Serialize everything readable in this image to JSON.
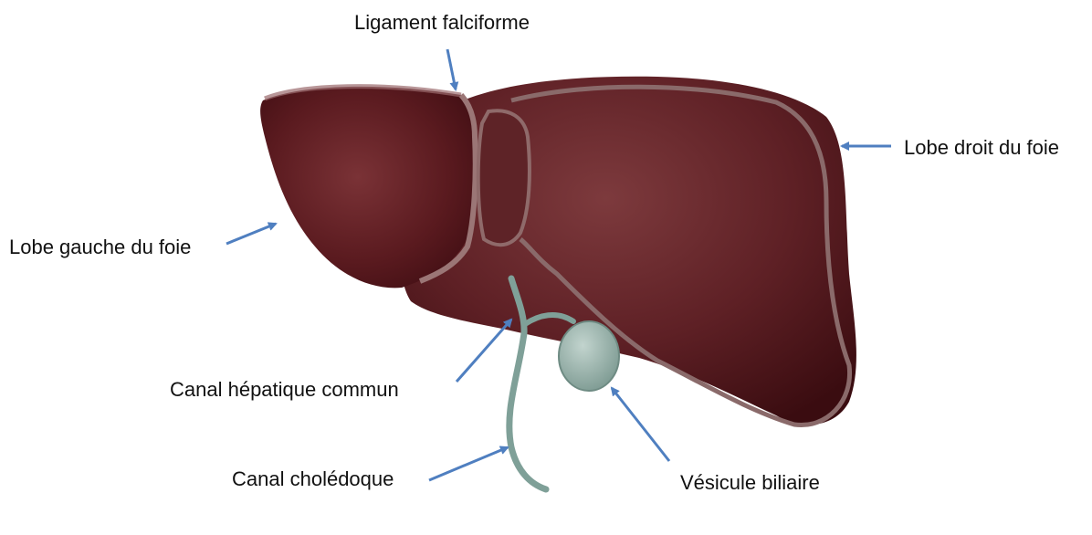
{
  "labels": {
    "falciform_ligament": "Ligament falciforme",
    "right_lobe": "Lobe droit du foie",
    "left_lobe": "Lobe gauche du foie",
    "common_hepatic_duct": "Canal hépatique commun",
    "common_bile_duct": "Canal cholédoque",
    "gallbladder": "Vésicule biliaire"
  },
  "colors": {
    "liver_dark": "#4a1015",
    "liver_mid": "#6e2a2e",
    "liver_light": "#8c4a4c",
    "ligament": "#8a6a6a",
    "duct": "#7fa098",
    "gallbladder": "#9fb8b0",
    "arrow": "#4f7fc0"
  },
  "icons": [
    "liver-illustration",
    "arrow-icon"
  ]
}
